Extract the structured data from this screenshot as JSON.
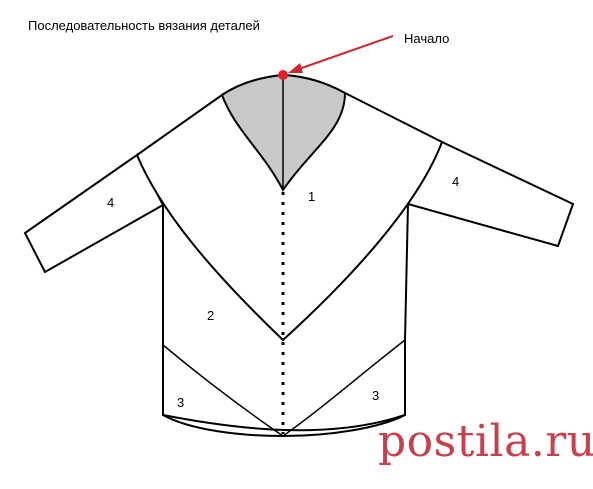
{
  "title": "Последовательность вязания деталей",
  "start_label": "Начало",
  "parts": {
    "part1": "1",
    "part2": "2",
    "part3_left": "3",
    "part3_right": "3",
    "part4_left": "4",
    "part4_right": "4"
  },
  "watermark": "postila.ru",
  "colors": {
    "outline": "#000000",
    "yoke_fill": "#c8c8c8",
    "start_marker": "#e01e2a",
    "arrow": "#d0262e",
    "watermark": "#c8404b"
  }
}
